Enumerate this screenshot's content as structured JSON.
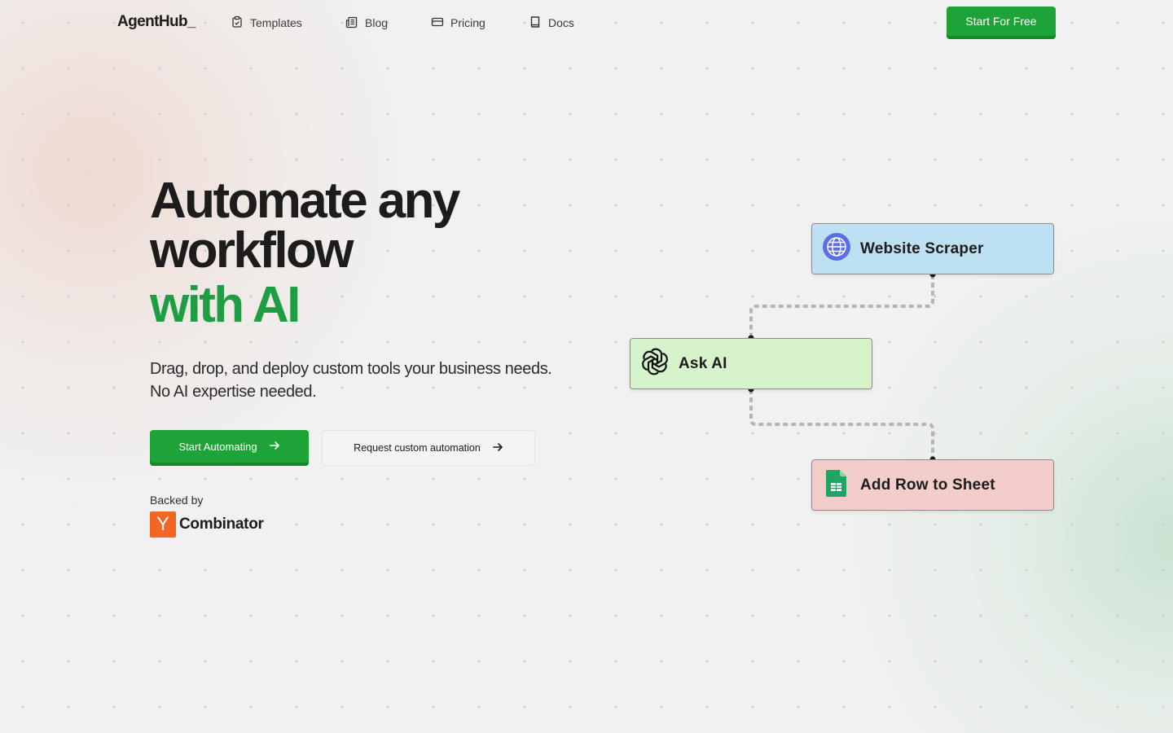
{
  "nav": {
    "logo": "AgentHub_",
    "items": [
      {
        "label": "Templates",
        "icon": "clipboard-icon"
      },
      {
        "label": "Blog",
        "icon": "newspaper-icon"
      },
      {
        "label": "Pricing",
        "icon": "credit-card-icon"
      },
      {
        "label": "Docs",
        "icon": "book-icon"
      }
    ],
    "cta_label": "Start For Free"
  },
  "hero": {
    "title_line1": "Automate any",
    "title_line2": "workflow",
    "title_highlight": "with AI",
    "subtitle_line1": "Drag, drop, and deploy custom tools your business needs.",
    "subtitle_line2": "No AI expertise needed.",
    "primary_button": "Start Automating",
    "secondary_button": "Request custom automation",
    "backed_by": "Backed by",
    "yc_letter": "Y",
    "yc_name": "Combinator"
  },
  "workflow": {
    "nodes": [
      {
        "label": "Website Scraper",
        "icon": "globe-icon",
        "color": "#bde0f3"
      },
      {
        "label": "Ask AI",
        "icon": "openai-icon",
        "color": "#d6f3cb"
      },
      {
        "label": "Add Row to Sheet",
        "icon": "google-sheets-icon",
        "color": "#f2cdc9"
      }
    ]
  },
  "colors": {
    "accent_green": "#1ea337",
    "headline_green": "#1f9d43",
    "yc_orange": "#f26522"
  }
}
